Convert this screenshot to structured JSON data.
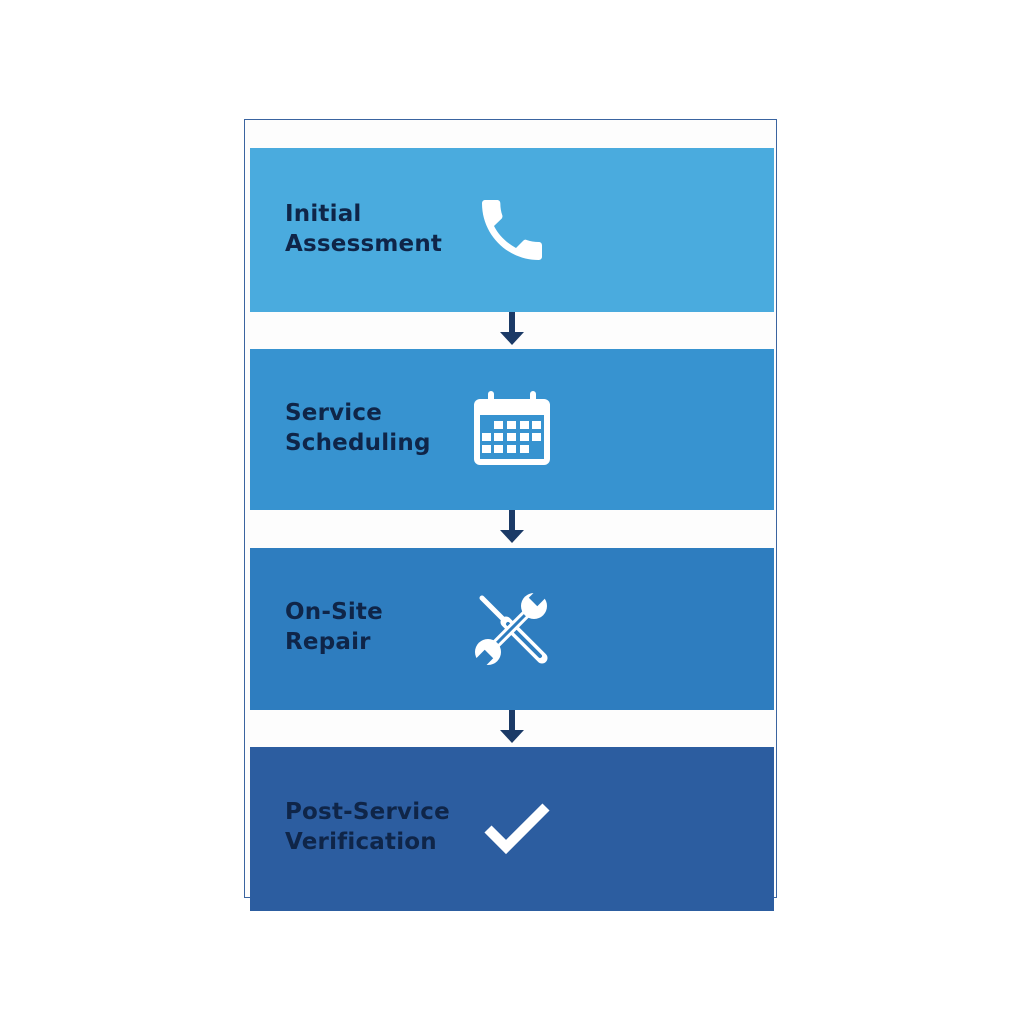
{
  "diagram": {
    "type": "vertical-process-flow",
    "steps": [
      {
        "line1": "Initial",
        "line2": "Assessment",
        "icon": "phone-icon",
        "color": "#4aabde"
      },
      {
        "line1": "Service",
        "line2": "Scheduling",
        "icon": "calendar-icon",
        "color": "#3793d0"
      },
      {
        "line1": "On-Site",
        "line2": "Repair",
        "icon": "tools-icon",
        "color": "#2e7dbf"
      },
      {
        "line1": "Post-Service",
        "line2": "Verification",
        "icon": "checkmark-icon",
        "color": "#2c5da0"
      }
    ],
    "colors": {
      "frame_border": "#3a64a0",
      "arrow": "#1b3a66",
      "text": "#0f2548",
      "icon": "#ffffff"
    }
  }
}
